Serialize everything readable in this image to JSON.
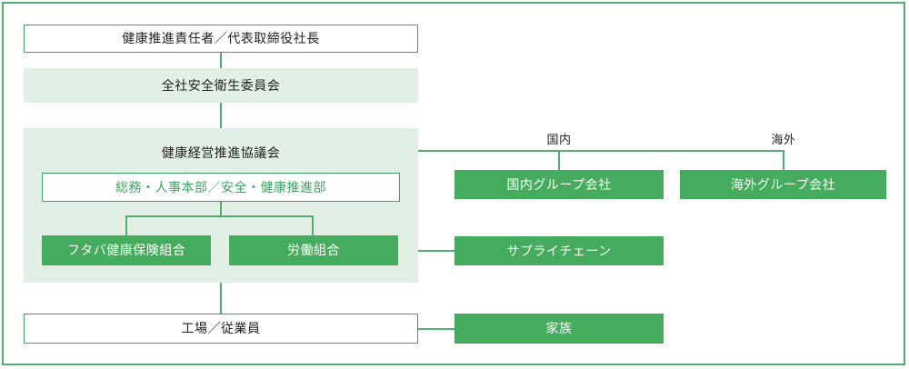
{
  "diagram": {
    "title_hidden": "",
    "colors": {
      "frame_border": "#4caf6d",
      "panel_fill": "#e2efe5",
      "solid_box": "#45ac5d",
      "outline_border": "#3da45f",
      "text_dark": "#222222",
      "text_light": "#ffffff",
      "text_green": "#3da45f"
    },
    "nodes": {
      "top_officer": "健康推進責任者／代表取締役社長",
      "safety_committee": "全社安全衛生委員会",
      "promotion_council": "健康経営推進協議会",
      "hr_department": "総務・人事本部／安全・健康推進部",
      "health_insurance_union": "フタバ健康保険組合",
      "labor_union": "労働組合",
      "factory_employees": "工場／従業員",
      "domestic_group": "国内グループ会社",
      "overseas_group": "海外グループ会社",
      "supply_chain": "サプライチェーン",
      "family": "家族"
    },
    "captions": {
      "domestic": "国内",
      "overseas": "海外"
    }
  }
}
